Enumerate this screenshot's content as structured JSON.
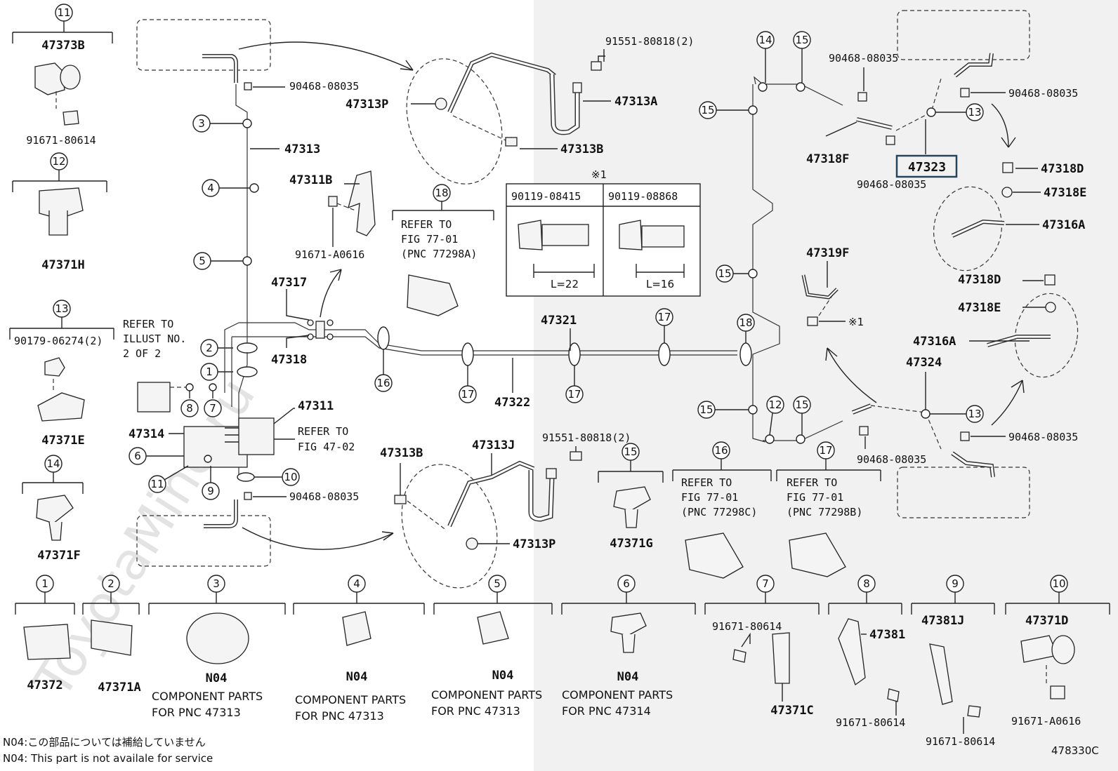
{
  "diagram": {
    "figure_id": "478330C",
    "highlighted_part": "47323",
    "watermark": "ToyotaMine.ru",
    "footnotes": [
      "N04:この部品については補給していません",
      "N04: This part is not availale for service"
    ],
    "left_column": [
      {
        "n": "11",
        "part": "47373B",
        "sub": "91671-80614"
      },
      {
        "n": "12",
        "part": "47371H"
      },
      {
        "n": "13",
        "part": "47371E",
        "sub": "90179-06274(2)"
      },
      {
        "n": "14",
        "part": "47371F"
      }
    ],
    "bottom_row": [
      {
        "n": "1",
        "part": "47372"
      },
      {
        "n": "2",
        "part": "47371A"
      },
      {
        "n": "3",
        "part": "N04",
        "desc1": "COMPONENT PARTS",
        "desc2": "FOR PNC 47313"
      },
      {
        "n": "4",
        "part": "N04",
        "desc1": "COMPONENT PARTS",
        "desc2": "FOR PNC 47313"
      },
      {
        "n": "5",
        "part": "N04",
        "desc1": "COMPONENT PARTS",
        "desc2": "FOR PNC 47313"
      },
      {
        "n": "6",
        "part": "N04",
        "desc1": "COMPONENT PARTS",
        "desc2": "FOR PNC 47314"
      },
      {
        "n": "7",
        "part": "47371C",
        "sub": "91671-80614"
      },
      {
        "n": "8",
        "part": "47381",
        "sub": "91671-80614"
      },
      {
        "n": "9",
        "part": "47381J",
        "sub": "91671-80614"
      },
      {
        "n": "10",
        "part": "47371D",
        "sub": "91671-A0616"
      }
    ],
    "refer_boxes": [
      {
        "n": "15",
        "part": "47371G"
      },
      {
        "n": "16",
        "l1": "REFER TO",
        "l2": "FIG 77-01",
        "l3": "(PNC 77298C)"
      },
      {
        "n": "17",
        "l1": "REFER TO",
        "l2": "FIG 77-01",
        "l3": "(PNC 77298B)"
      },
      {
        "n": "18",
        "l1": "REFER TO",
        "l2": "FIG 77-01",
        "l3": "(PNC 77298A)"
      }
    ],
    "bolt_table": {
      "mark": "※1",
      "col1": "90119-08415",
      "col2": "90119-08868",
      "len1": "L=22",
      "len2": "L=16"
    },
    "labels": {
      "p90468_08035": "90468-08035",
      "p47313": "47313",
      "p47313P": "47313P",
      "p47313A": "47313A",
      "p47313B": "47313B",
      "p91551_80818_2": "91551-80818(2)",
      "p47311B": "47311B",
      "p91671_A0616": "91671-A0616",
      "p47317": "47317",
      "p47318": "47318",
      "p47311": "47311",
      "p47314": "47314",
      "p47321": "47321",
      "p47322": "47322",
      "p47313J": "47313J",
      "p47318F": "47318F",
      "p47323": "47323",
      "p47318D": "47318D",
      "p47318E": "47318E",
      "p47316A": "47316A",
      "p47319F": "47319F",
      "p47324": "47324",
      "mark1": "※1",
      "refer_to": "REFER TO",
      "illust1": "ILLUST NO.",
      "illust2": "2 OF 2",
      "fig4702": "FIG 47-02"
    }
  }
}
